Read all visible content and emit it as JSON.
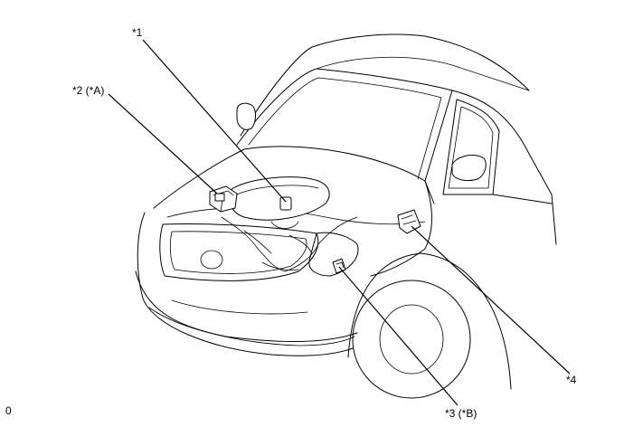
{
  "diagram": {
    "callouts": {
      "c1": "*1",
      "c2": "*2 (*A)",
      "c3": "*3 (*B)",
      "c4": "*4"
    },
    "corner_mark": "0"
  }
}
